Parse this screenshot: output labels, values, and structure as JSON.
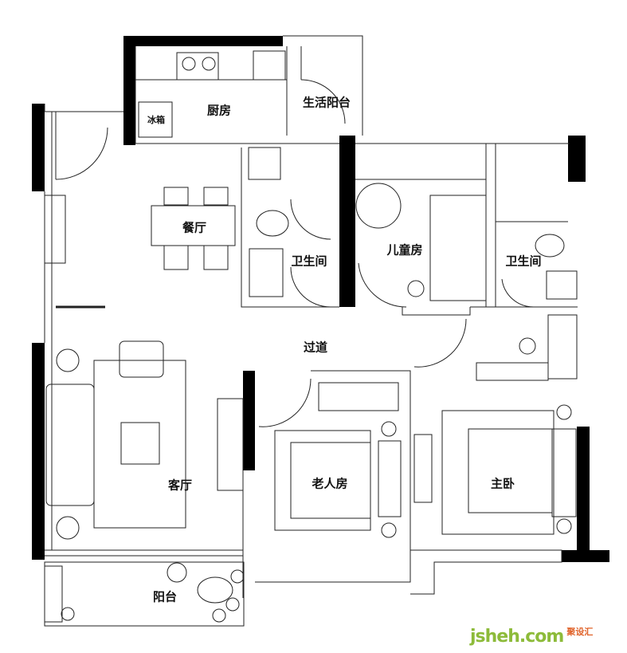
{
  "rooms": {
    "kitchen": "厨房",
    "utility_balcony": "生活阳台",
    "fridge": "冰箱",
    "dining": "餐厅",
    "bathroom_1": "卫生间",
    "kids_room": "儿童房",
    "bathroom_2": "卫生间",
    "corridor": "过道",
    "living": "客厅",
    "elder_room": "老人房",
    "master_bedroom": "主卧",
    "balcony": "阳台"
  },
  "watermark": {
    "text": "jsheh.com",
    "cn": "聚设汇"
  },
  "colors": {
    "wall": "#000000",
    "line": "#222222",
    "logo_green": "#8dbb3a",
    "logo_orange": "#e0632a"
  }
}
